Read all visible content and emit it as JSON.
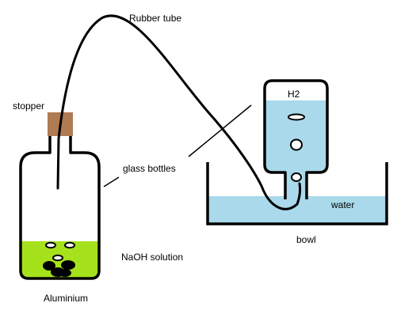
{
  "labels": {
    "rubber_tube": "Rubber tube",
    "stopper": "stopper",
    "h2": "H2",
    "glass_bottles": "glass bottles",
    "water": "water",
    "bowl": "bowl",
    "naoh_solution": "NaOH solution",
    "aluminium": "Aluminium"
  },
  "colors": {
    "outline": "#000000",
    "stopper": "#b07a52",
    "naoh_liquid": "#a6e21b",
    "water": "#a9d9ea",
    "bubble": "#ffffff"
  }
}
